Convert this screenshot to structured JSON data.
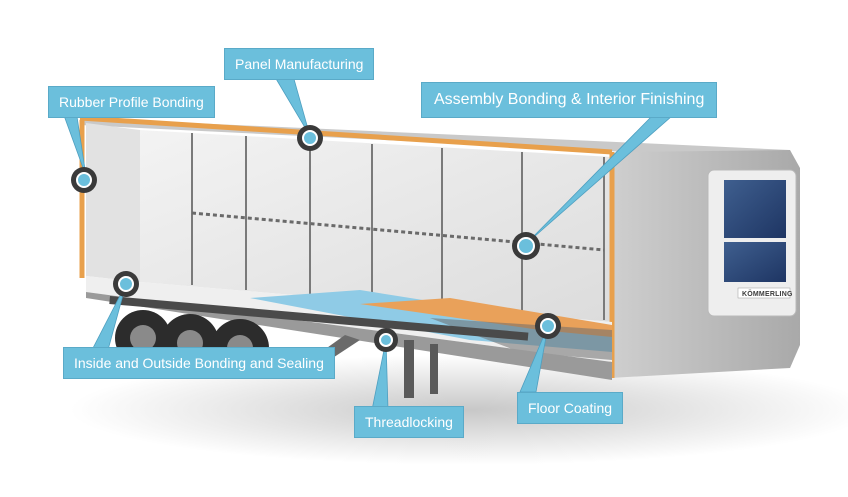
{
  "callouts": {
    "rubber_profile_bonding": "Rubber Profile Bonding",
    "panel_manufacturing": "Panel Manufacturing",
    "assembly_bonding": "Assembly Bonding & Interior Finishing",
    "inside_outside_bonding": "Inside and Outside Bonding and Sealing",
    "threadlocking": "Threadlocking",
    "floor_coating": "Floor Coating"
  },
  "brand_label": "KÖMMERLING",
  "colors": {
    "callout": "#6bbfdc",
    "trailer_body": "#d9d9d9",
    "edge_orange": "#e8a04c",
    "floor_blue": "#8fcbe6",
    "floor_orange": "#e9a15a"
  }
}
